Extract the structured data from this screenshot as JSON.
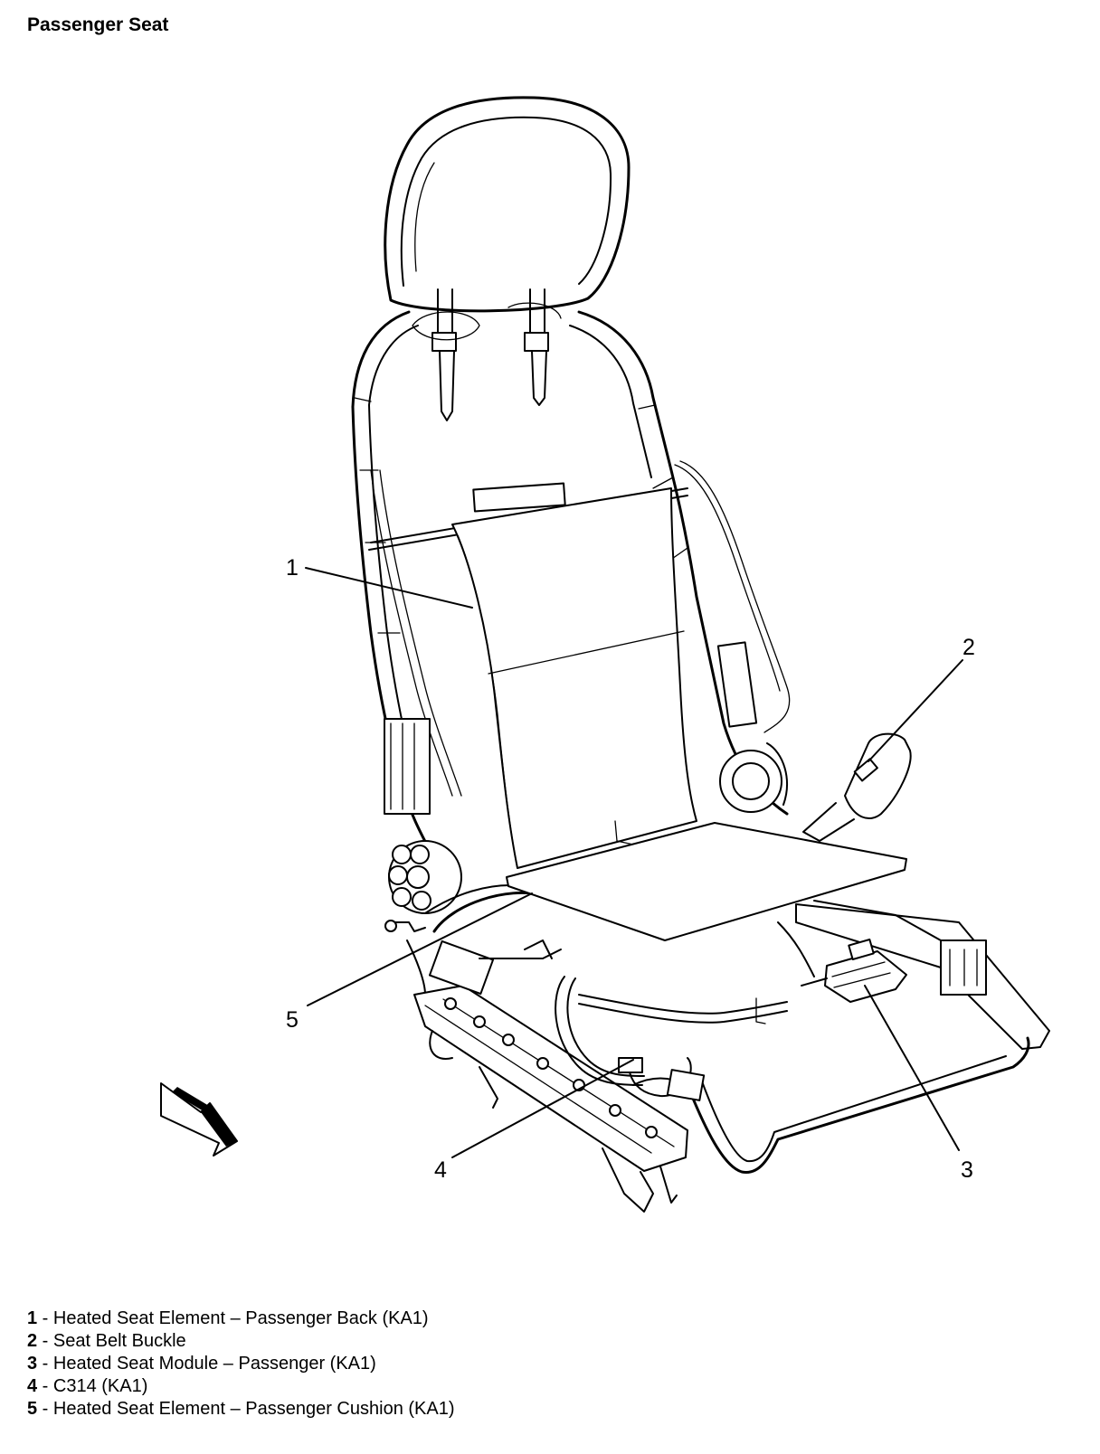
{
  "title": "Passenger Seat",
  "callouts": [
    {
      "number": "1"
    },
    {
      "number": "2"
    },
    {
      "number": "3"
    },
    {
      "number": "4"
    },
    {
      "number": "5"
    }
  ],
  "legend": [
    {
      "number": "1",
      "separator": " - ",
      "text": "Heated Seat Element – Passenger Back (KA1)"
    },
    {
      "number": "2",
      "separator": " - ",
      "text": "Seat Belt Buckle"
    },
    {
      "number": "3",
      "separator": " - ",
      "text": "Heated Seat Module – Passenger (KA1)"
    },
    {
      "number": "4",
      "separator": " - ",
      "text": "C314 (KA1)"
    },
    {
      "number": "5",
      "separator": " - ",
      "text": "Heated Seat Element – Passenger Cushion (KA1)"
    }
  ],
  "icons": {
    "direction_arrow": "forward-arrow-icon"
  }
}
